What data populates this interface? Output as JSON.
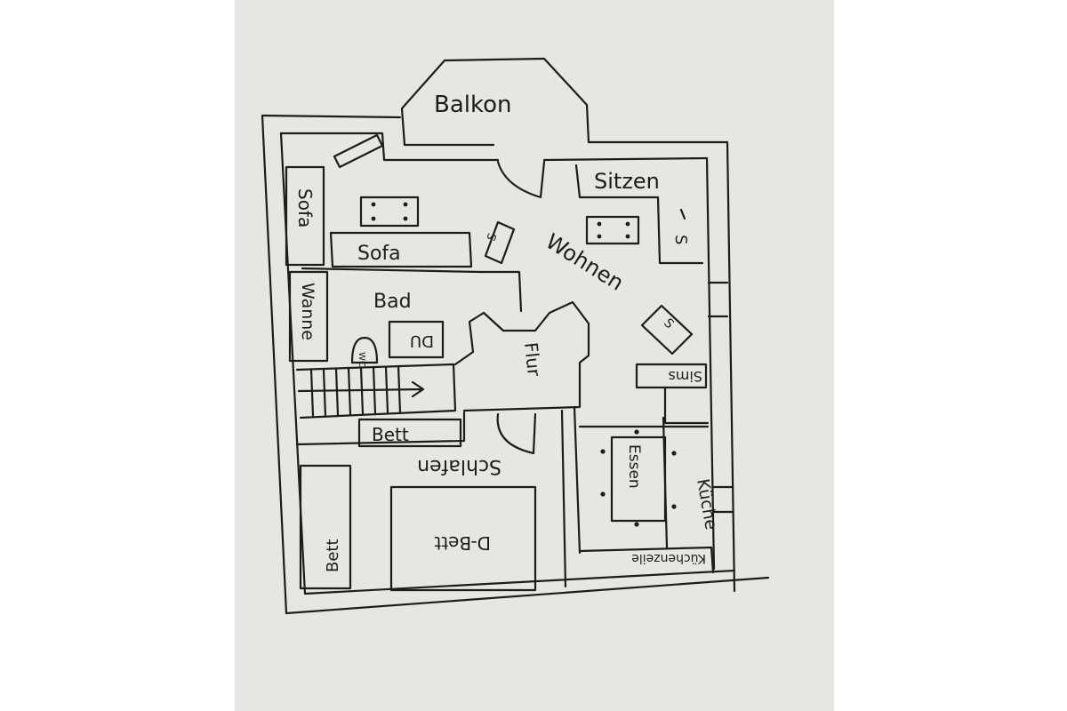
{
  "colors": {
    "paper": "#e6e6e3",
    "ink": "#1c1c1c",
    "background": "#ffffff"
  },
  "labels": {
    "balkon": "Balkon",
    "sitzen": "Sitzen",
    "sofa_vertical": "Sofa",
    "sofa_horizontal": "Sofa",
    "wohnen": "Wohnen",
    "seat_s1": "S",
    "seat_s2": "S",
    "seat_s3": "S",
    "wanne": "Wanne",
    "bad": "Bad",
    "du": "DU",
    "wc": "WC",
    "flur": "Flur",
    "sims": "Sims",
    "bett_top": "Bett",
    "schlafen": "Schlafen",
    "essen": "Essen",
    "kueche": "Küche",
    "kuechenzeile": "Küchenzeile",
    "bett_left": "Bett",
    "dbett": "D-Bett"
  }
}
